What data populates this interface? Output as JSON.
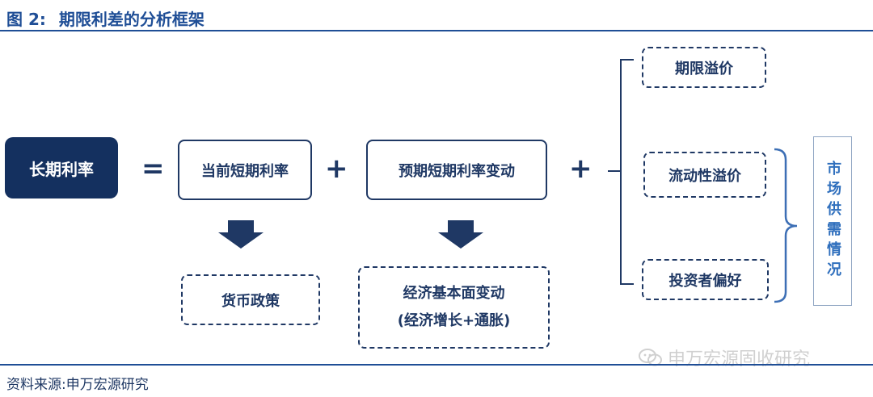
{
  "header": {
    "figure_label": "图 2:",
    "title": "期限利差的分析框架"
  },
  "equation": {
    "lhs": "长期利率",
    "equals": "=",
    "term1": "当前短期利率",
    "plus1": "+",
    "term2": "预期短期利率变动",
    "plus2": "+"
  },
  "drivers": {
    "term1_driver": "货币政策",
    "term2_driver_line1": "经济基本面变动",
    "term2_driver_line2": "(经济增长+通胀)"
  },
  "premiums": {
    "term_premium": "期限溢价",
    "liquidity_premium": "流动性溢价",
    "investor_preference": "投资者偏好"
  },
  "market": {
    "label": "市场供需情况"
  },
  "footer": {
    "source": "资料来源:申万宏源研究",
    "watermark": "申万宏源固收研究"
  },
  "colors": {
    "navy": "#1f3864",
    "fill_navy": "#14305f",
    "title_blue": "#1f4e96",
    "bracket_blue": "#3d6fb5",
    "market_text": "#2f6fbd"
  }
}
